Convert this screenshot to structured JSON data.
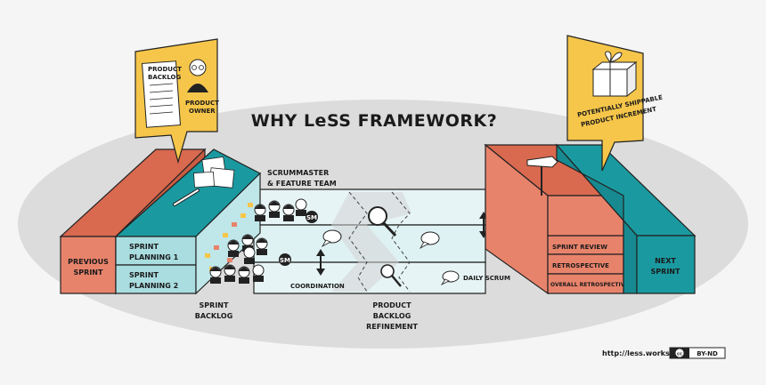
{
  "title": "WHY LeSS FRAMEWORK?",
  "left_callout": {
    "backlog_label_1": "PRODUCT",
    "backlog_label_2": "BACKLOG",
    "role_label_1": "PRODUCT",
    "role_label_2": "OWNER"
  },
  "right_callout": {
    "label_1": "POTENTIALLY SHIPPABLE",
    "label_2": "PRODUCT INCREMENT"
  },
  "previous_sprint": {
    "line1": "PREVIOUS",
    "line2": "SPRINT"
  },
  "next_sprint": {
    "line1": "NEXT",
    "line2": "SPRINT"
  },
  "planning": {
    "sp1_line1": "SPRINT",
    "sp1_line2": "PLANNING 1",
    "sp2_line1": "SPRINT",
    "sp2_line2": "PLANNING 2"
  },
  "team_label": {
    "line1": "SCRUMMASTER",
    "line2": "& FEATURE TEAM"
  },
  "sm_badge": "SM",
  "sprint_backlog": {
    "line1": "SPRINT",
    "line2": "BACKLOG"
  },
  "coordination": "COORDINATION",
  "daily_scrum": "DAILY SCRUM",
  "pbr": {
    "line1": "PRODUCT",
    "line2": "BACKLOG",
    "line3": "REFINEMENT"
  },
  "review_block": {
    "review": "SPRINT REVIEW",
    "retro": "RETROSPECTIVE",
    "overall": "OVERALL RETROSPECTIVE"
  },
  "footer": {
    "url": "http://less.works",
    "license": "BY-ND",
    "cc": "cc"
  },
  "colors": {
    "salmon": "#e8836b",
    "teal": "#1a9aa0",
    "light_blue": "#a9dde0",
    "pale_blue": "#dff2f3",
    "yellow": "#f6c64a",
    "ellipse": "#dcdcdc"
  }
}
